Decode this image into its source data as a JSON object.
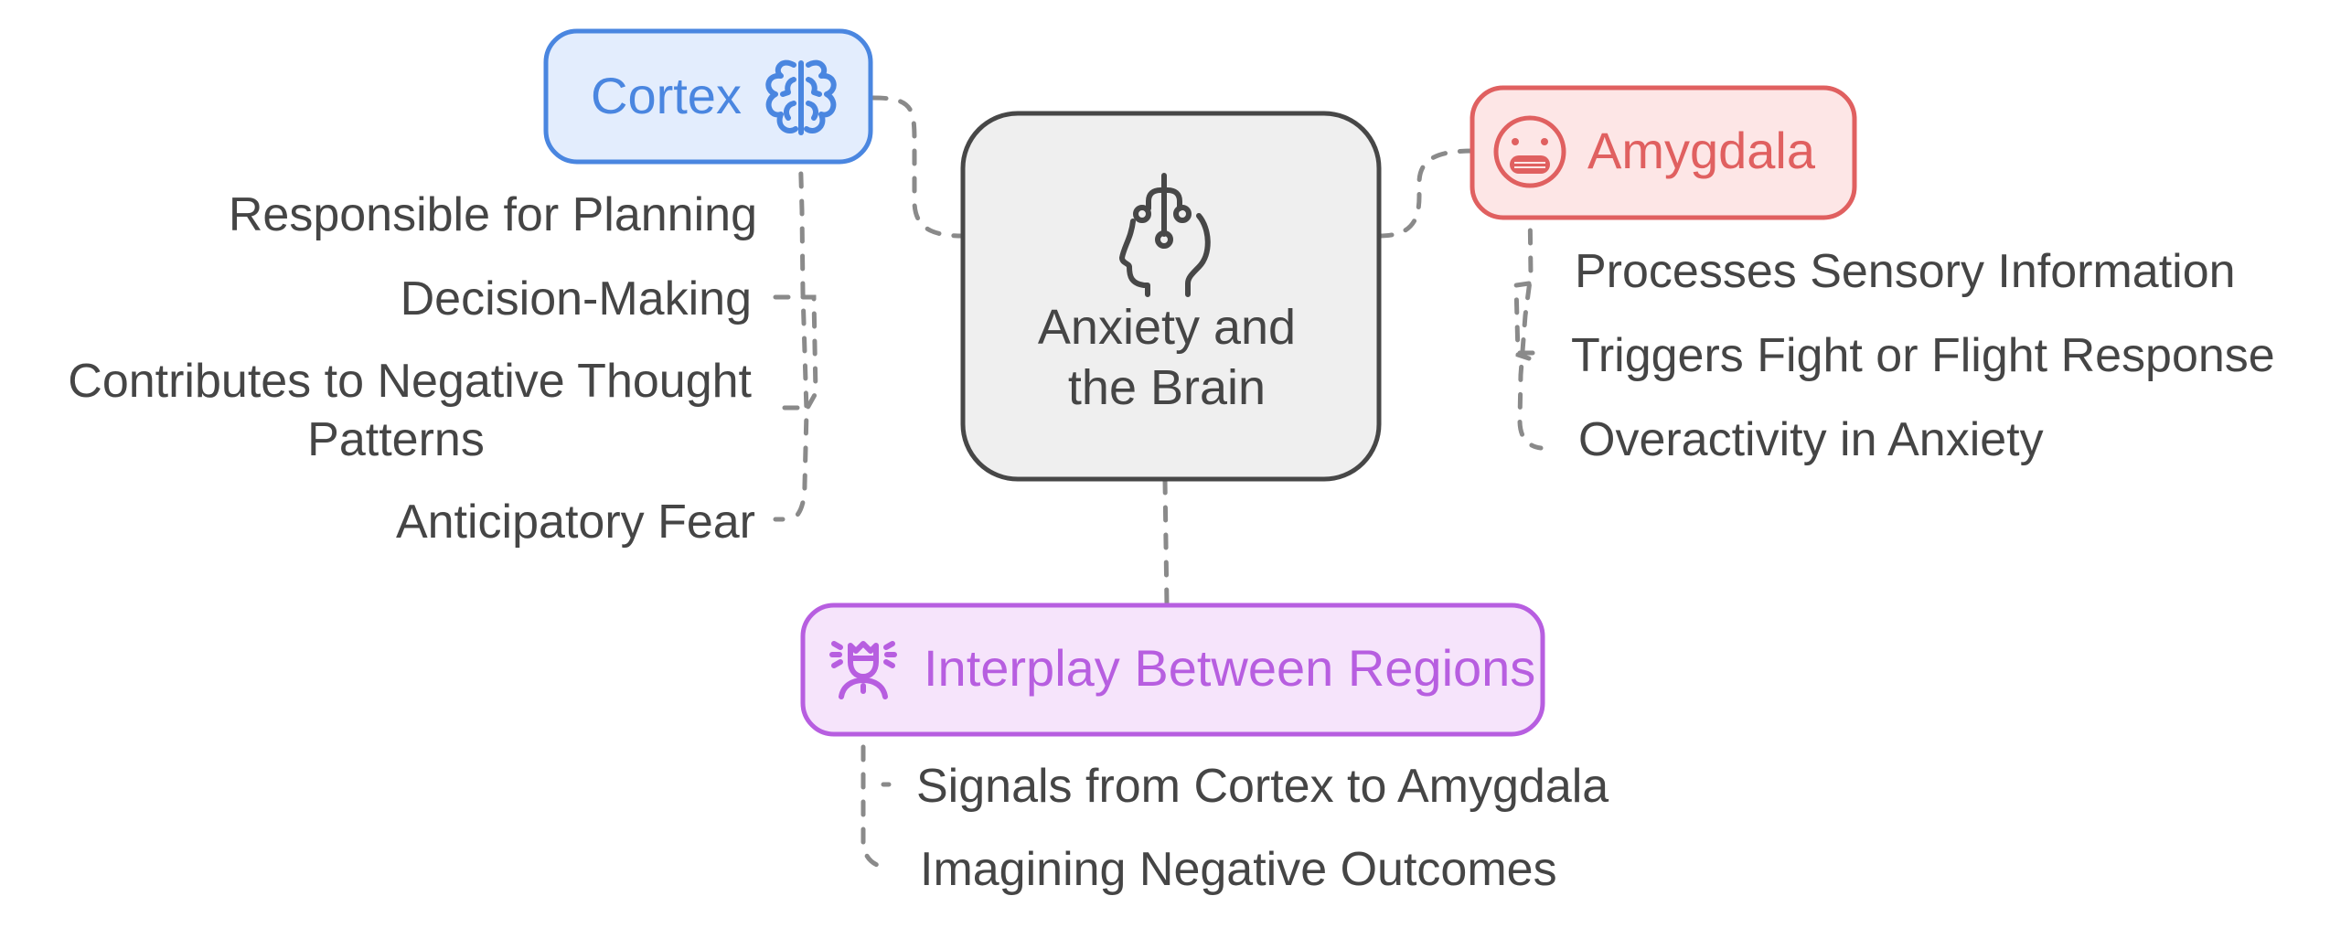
{
  "diagram": {
    "type": "mind-map",
    "center": {
      "title_line1": "Anxiety and",
      "title_line2": "the Brain",
      "icon": "head-neural-icon",
      "color": "#474747",
      "fill": "#efefef"
    },
    "branches": [
      {
        "id": "cortex",
        "title": "Cortex",
        "icon": "brain-icon",
        "color": "#4a86e0",
        "fill": "#e3edfd",
        "items": [
          "Responsible for Planning",
          "Decision-Making",
          "Contributes to Negative Thought",
          "Patterns",
          "Anticipatory Fear"
        ]
      },
      {
        "id": "amygdala",
        "title": "Amygdala",
        "icon": "grimace-face-icon",
        "color": "#e06060",
        "fill": "#fde6e6",
        "items": [
          "Processes Sensory Information",
          "Triggers Fight or Flight Response",
          "Overactivity in Anxiety"
        ]
      },
      {
        "id": "interplay",
        "title": "Interplay Between Regions",
        "icon": "person-radiating-icon",
        "color": "#b75ee0",
        "fill": "#f6e4fb",
        "items": [
          "Signals from Cortex to Amygdala",
          "Imagining Negative Outcomes"
        ]
      }
    ],
    "connector_color": "#8a8a8a",
    "text_color": "#454545"
  }
}
